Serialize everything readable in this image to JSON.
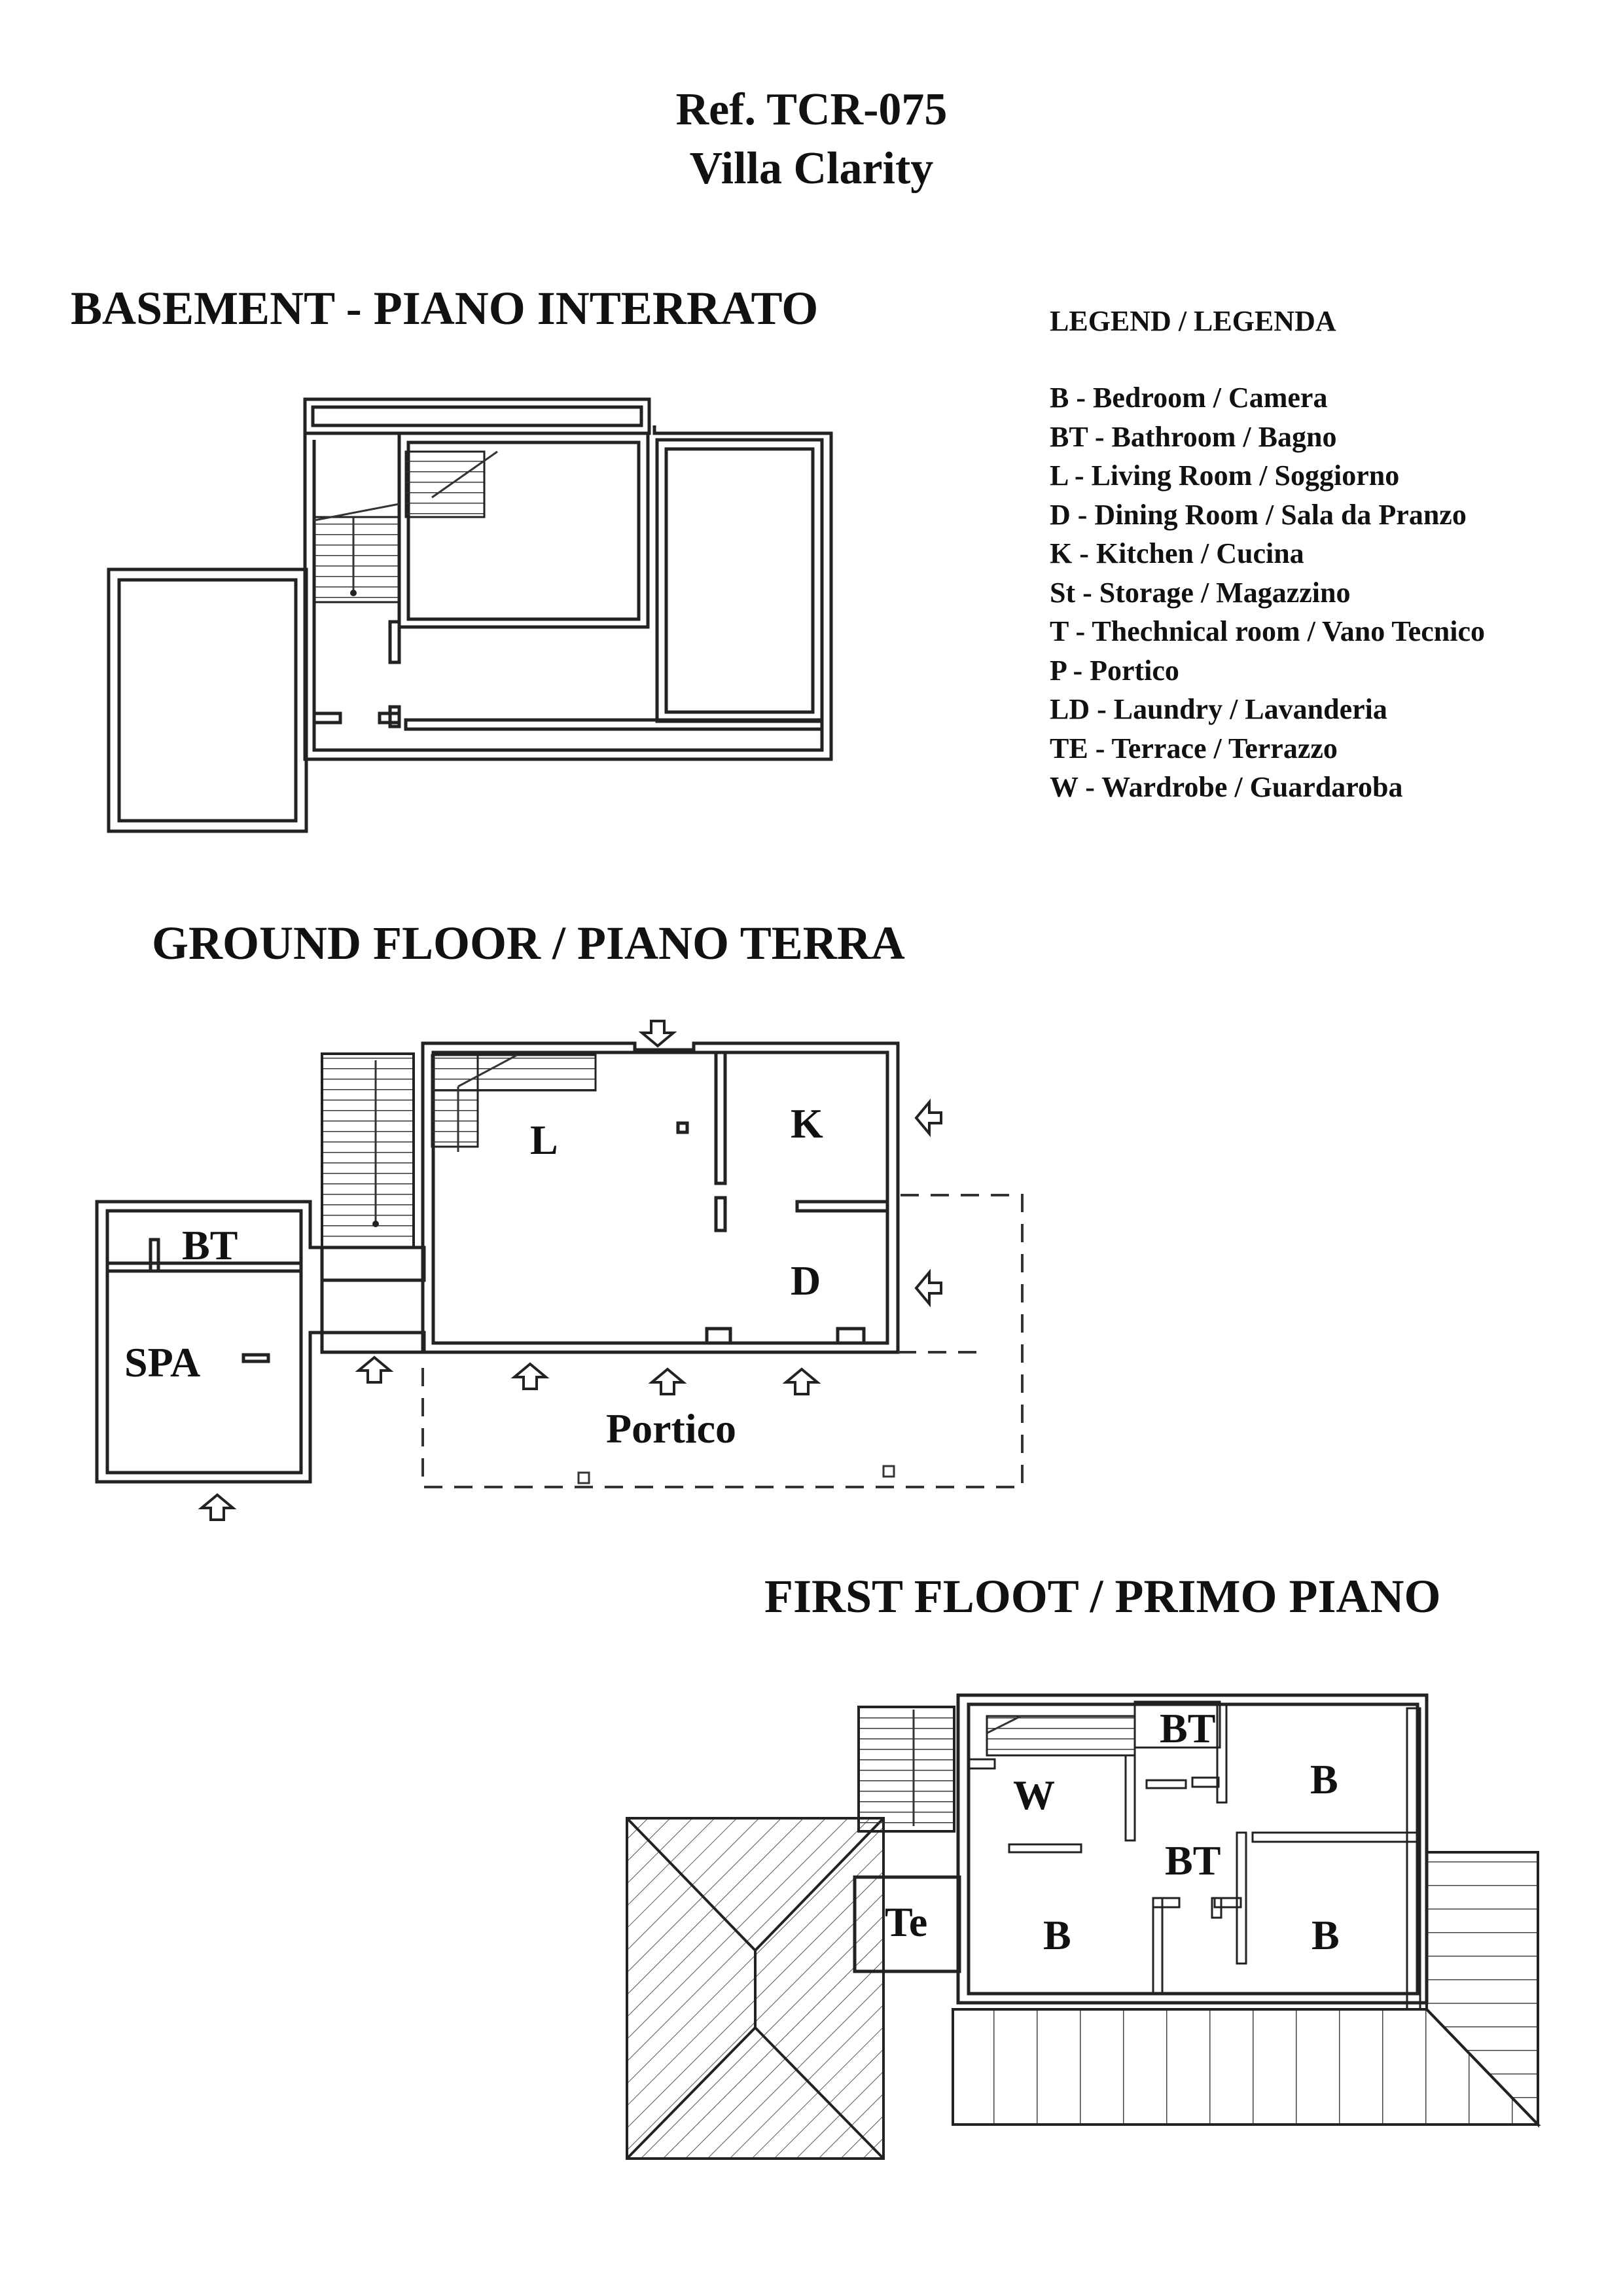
{
  "header": {
    "ref": "Ref. TCR-075",
    "name": "Villa Clarity"
  },
  "sections": {
    "basement": "BASEMENT - PIANO INTERRATO",
    "ground": "GROUND FLOOR / PIANO TERRA",
    "first": "FIRST FLOOT / PRIMO PIANO"
  },
  "legend": {
    "title": "LEGEND / LEGENDA",
    "items": [
      "B - Bedroom / Camera",
      "BT - Bathroom / Bagno",
      "L - Living Room / Soggiorno",
      "D - Dining Room / Sala da Pranzo",
      "K - Kitchen / Cucina",
      "St - Storage / Magazzino",
      "T - Thechnical room / Vano Tecnico",
      "P - Portico",
      "LD - Laundry / Lavanderia",
      "TE - Terrace / Terrazzo",
      "W - Wardrobe / Guardaroba"
    ]
  },
  "ground_labels": {
    "bt": "BT",
    "spa": "SPA",
    "l": "L",
    "k": "K",
    "d": "D",
    "portico": "Portico"
  },
  "first_labels": {
    "bt_top": "BT",
    "b_top_right": "B",
    "w": "W",
    "bt_mid": "BT",
    "te": "Te",
    "b_bottom_left": "B",
    "b_bottom_right": "B"
  }
}
